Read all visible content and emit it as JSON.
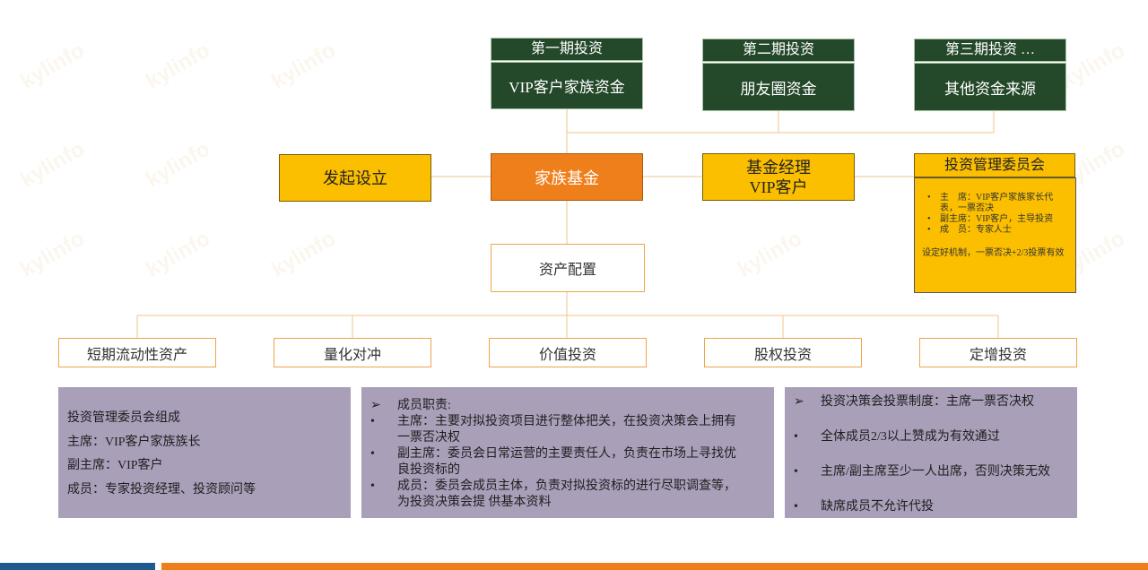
{
  "sources": [
    {
      "phase": "第一期投资",
      "name": "VIP客户家族资金"
    },
    {
      "phase": "第二期投资",
      "name": "朋友圈资金"
    },
    {
      "phase": "第三期投资 …",
      "name": "其他资金来源"
    }
  ],
  "middle": {
    "sponsor": "发起设立",
    "fund": "家族基金",
    "manager_line1": "基金经理",
    "manager_line2": "VIP客户",
    "committee_title": "投资管理委员会",
    "committee_items": [
      "主　席：VIP客户家族家长代表，一票否决",
      "副主席：VIP客户，主导投资",
      "成　员：专家人士"
    ],
    "committee_note": "设定好机制，一票否决+2/3投票有效"
  },
  "allocation": "资产配置",
  "assets": [
    "短期流动性资产",
    "量化对冲",
    "价值投资",
    "股权投资",
    "定增投资"
  ],
  "panel1": {
    "title": "投资管理委员会组成",
    "lines": [
      "主席：VIP客户家族族长",
      "副主席：VIP客户",
      "成员：专家投资经理、投资顾问等"
    ]
  },
  "panel2": {
    "head_marker": "➢",
    "head": "成员职责:",
    "items": [
      {
        "marker": "•",
        "line1": "主席：主要对拟投资项目进行整体把关，在投资决策会上拥有",
        "line2": "一票否决权"
      },
      {
        "marker": "•",
        "line1": "副主席：委员会日常运营的主要责任人，负责在市场上寻找优",
        "line2": "良投资标的"
      },
      {
        "marker": "•",
        "line1": "成员：委员会成员主体，负责对拟投资标的进行尽职调查等，",
        "line2": "为投资决策会提 供基本资料"
      }
    ]
  },
  "panel3": {
    "items": [
      {
        "marker": "➢",
        "text": "投资决策会投票制度：主席一票否决权"
      },
      {
        "marker": "•",
        "text": "全体成员2/3以上赞成为有效通过"
      },
      {
        "marker": "•",
        "text": "主席/副主席至少一人出席，否则决策无效"
      },
      {
        "marker": "•",
        "text": "缺席成员不允许代投"
      }
    ]
  },
  "watermark": "kylinfo",
  "colors": {
    "dark_green": "#24482a",
    "yellow": "#fbbf00",
    "orange": "#ef7f1a",
    "lavender": "#a99fb9",
    "blue_bar": "#1e5a8c"
  }
}
